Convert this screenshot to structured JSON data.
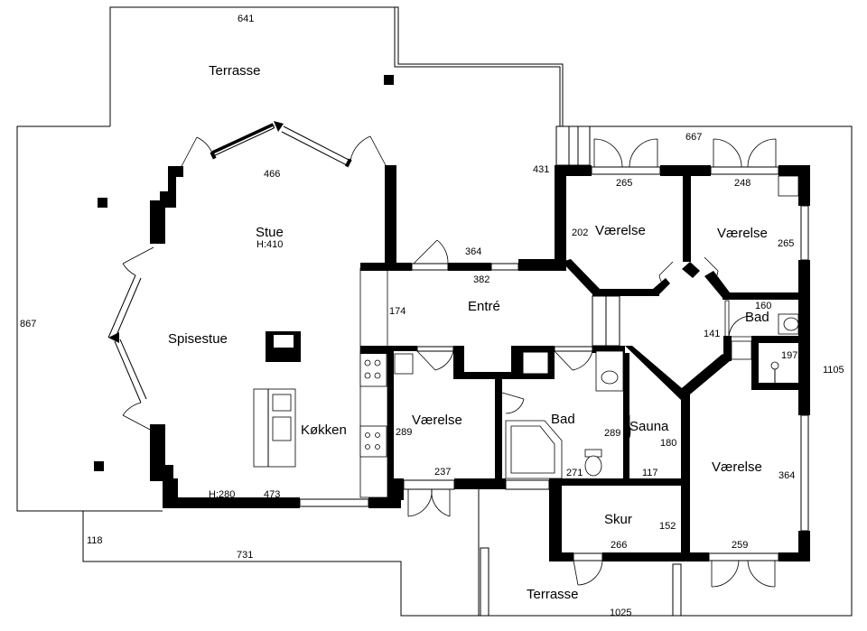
{
  "rooms": {
    "terrasse_top": "Terrasse",
    "stue": "Stue",
    "stue_height": "H:410",
    "spisestue": "Spisestue",
    "kokken": "Køkken",
    "kokken_height": "H:280",
    "entre": "Entré",
    "vaerelse_1": "Værelse",
    "vaerelse_2": "Værelse",
    "vaerelse_3": "Værelse",
    "vaerelse_4": "Værelse",
    "bad_1": "Bad",
    "bad_2": "Bad",
    "sauna": "Sauna",
    "skur": "Skur",
    "terrasse_bottom": "Terrasse"
  },
  "dimensions": {
    "d641": "641",
    "d466": "466",
    "d431": "431",
    "d667": "667",
    "d265a": "265",
    "d248": "248",
    "d202": "202",
    "d265b": "265",
    "d364a": "364",
    "d382": "382",
    "d174": "174",
    "d160": "160",
    "d141": "141",
    "d197": "197",
    "d867": "867",
    "d1105": "1105",
    "d289a": "289",
    "d289b": "289",
    "d180": "180",
    "d237": "237",
    "d271": "271",
    "d117": "117",
    "d364b": "364",
    "d473": "473",
    "d152": "152",
    "d266": "266",
    "d259": "259",
    "d118": "118",
    "d731": "731",
    "d1025": "1025"
  }
}
